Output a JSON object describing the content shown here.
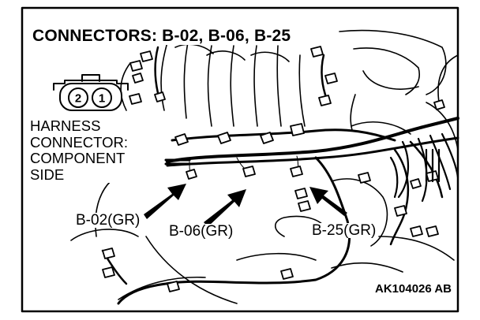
{
  "title": "CONNECTORS: B-02, B-06, B-25",
  "harness_label": {
    "line1": "HARNESS",
    "line2": "CONNECTOR:",
    "line3": "COMPONENT",
    "line4": "SIDE"
  },
  "connector_pins": {
    "pin_left": "2",
    "pin_right": "1"
  },
  "connector_labels": {
    "b02": "B-02(GR)",
    "b06": "B-06(GR)",
    "b25": "B-25(GR)"
  },
  "figure_code": "AK104026 AB",
  "colors": {
    "line": "#000000",
    "background": "#ffffff"
  }
}
